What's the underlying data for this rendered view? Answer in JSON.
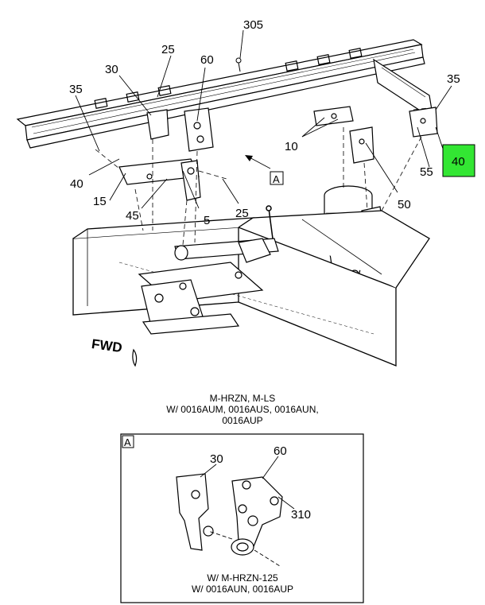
{
  "main_view": {
    "callouts": {
      "c305": "305",
      "c25_top": "25",
      "c30": "30",
      "c60": "60",
      "c35_left": "35",
      "c35_right": "35",
      "c10": "10",
      "c40_left": "40",
      "c40_highlight": "40",
      "c55": "55",
      "c15": "15",
      "c45": "45",
      "c5": "5",
      "c25_bottom": "25",
      "c50": "50"
    },
    "view_ref_label": "A",
    "fwd_label": "FWD",
    "highlight_color": "#33e633"
  },
  "caption": {
    "line1": "M-HRZN, M-LS",
    "line2": "W/ 0016AUM, 0016AUS, 0016AUN,",
    "line3": "0016AUP"
  },
  "detail_view": {
    "label": "A",
    "callouts": {
      "c30": "30",
      "c60": "60",
      "c310": "310"
    },
    "caption_line1": "W/ M-HRZN-125",
    "caption_line2": "W/ 0016AUN, 0016AUP"
  }
}
